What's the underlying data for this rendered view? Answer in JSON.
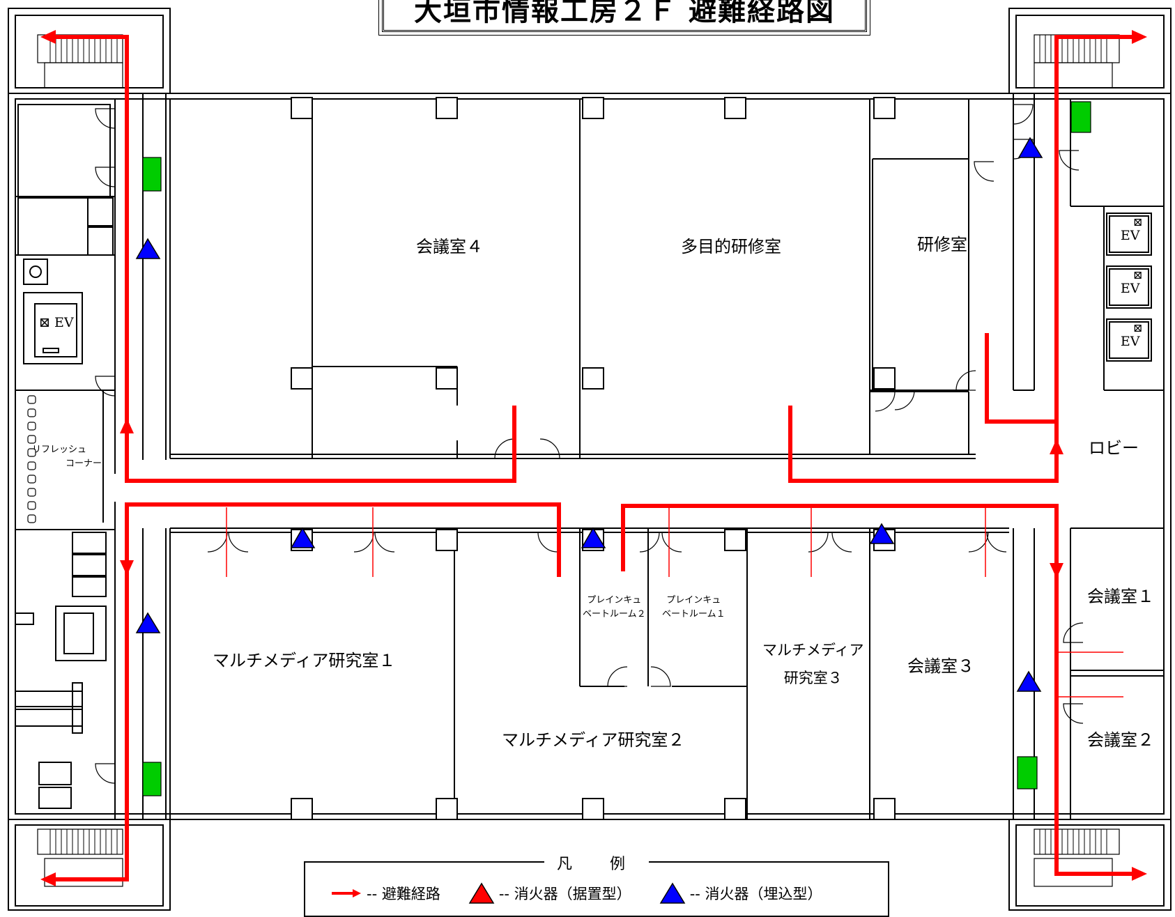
{
  "title": "大垣市情報工房２Ｆ 避難経路図",
  "rooms": {
    "kaigi4": "会議室４",
    "tamokuteki": "多目的研修室",
    "kenshu": "研修室",
    "lobby": "ロビー",
    "refresh": [
      "リフレッシュ",
      "コーナー"
    ],
    "mm1": "マルチメディア研究室１",
    "mm2": "マルチメディア研究室２",
    "mm3": [
      "マルチメディア",
      "研究室３"
    ],
    "incubate2": [
      "プレインキュ",
      "ベートルーム２"
    ],
    "incubate1": [
      "プレインキュ",
      "ベートルーム１"
    ],
    "kaigi3": "会議室３",
    "kaigi1": "会議室１",
    "kaigi2": "会議室２",
    "ev": "EV"
  },
  "legend": {
    "heading": "凡　例",
    "route": "-- 避難経路",
    "ext_standing": "-- 消火器（据置型）",
    "ext_builtin": "-- 消火器（埋込型）"
  },
  "colors": {
    "route": "#ff0000",
    "extinguisher_builtin": "#0000ff",
    "extinguisher_standing": "#ff0000",
    "hydrant": "#00cc00",
    "wall": "#000000"
  }
}
